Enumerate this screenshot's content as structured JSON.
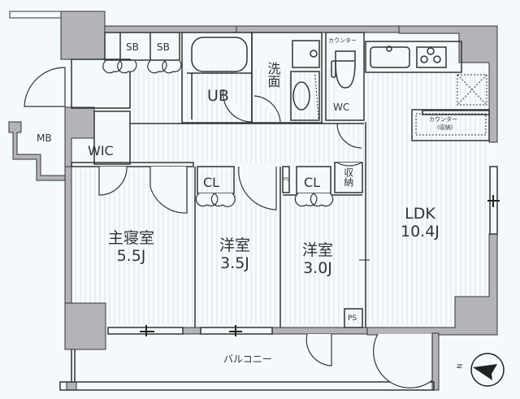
{
  "colors": {
    "background": "#f4fafc",
    "wall": "#b4b4b8",
    "line": "#333333",
    "floor_stripe": "#dfe6ea",
    "room_fill": "#f4fafc"
  },
  "rooms": {
    "master_bedroom": {
      "name": "主寝室",
      "size": "5.5J"
    },
    "western_room_1": {
      "name": "洋室",
      "size": "3.5J"
    },
    "western_room_2": {
      "name": "洋室",
      "size": "3.0J"
    },
    "ldk": {
      "name": "LDK",
      "size": "10.4J"
    },
    "unit_bath": {
      "name": "UB"
    },
    "washroom": {
      "name": "洗面"
    },
    "toilet": {
      "name": "WC"
    },
    "walk_in_closet": {
      "name": "WIC"
    },
    "meter_box": {
      "name": "MB"
    },
    "shoe_box_1": {
      "name": "SB"
    },
    "shoe_box_2": {
      "name": "SB"
    },
    "closet_1": {
      "name": "CL"
    },
    "closet_2": {
      "name": "CL"
    },
    "storage": {
      "name": "収納"
    },
    "pipe_space_small": {
      "name": "PS"
    },
    "pipe_space_ldk": {
      "name": "PS"
    },
    "balcony": {
      "name": "バルコニー"
    }
  },
  "fixtures": {
    "toilet_counter": "カウンター",
    "kitchen_counter": "カウンター",
    "kitchen_counter_note": "(収納)"
  },
  "compass": {
    "label": "N",
    "icon": "north-arrow-icon"
  }
}
